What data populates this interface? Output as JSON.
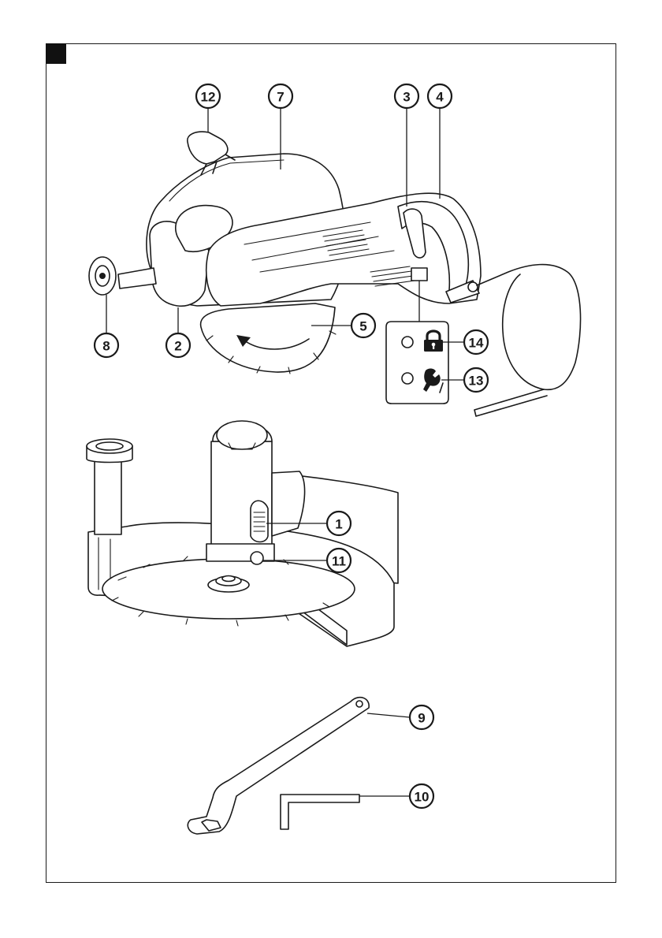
{
  "callouts": {
    "c1": "1",
    "c2": "2",
    "c3": "3",
    "c4": "4",
    "c5": "5",
    "c7": "7",
    "c8": "8",
    "c9": "9",
    "c10": "10",
    "c11": "11",
    "c12": "12",
    "c13": "13",
    "c14": "14"
  },
  "icons": {
    "indicator_top": "padlock-icon",
    "indicator_bottom": "wrench-icon"
  }
}
